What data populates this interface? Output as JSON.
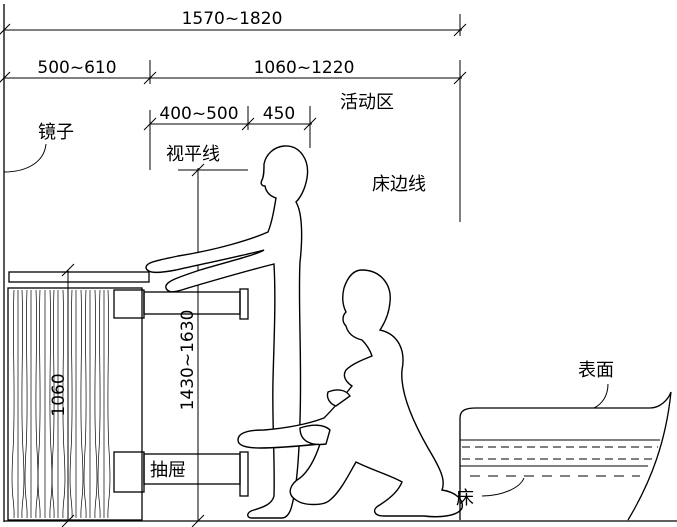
{
  "dimensions": {
    "total": "1570~1820",
    "left_zone": "500~610",
    "right_zone": "1060~1220",
    "eye_reach": "400~500",
    "body_depth": "450",
    "eye_height": "1430~1630",
    "cabinet_height": "1060"
  },
  "labels": {
    "mirror": "镜子",
    "activity_zone": "活动区",
    "eye_level": "视平线",
    "bed_edge": "床边线",
    "surface": "表面",
    "drawer": "抽屉",
    "bed": "床"
  }
}
